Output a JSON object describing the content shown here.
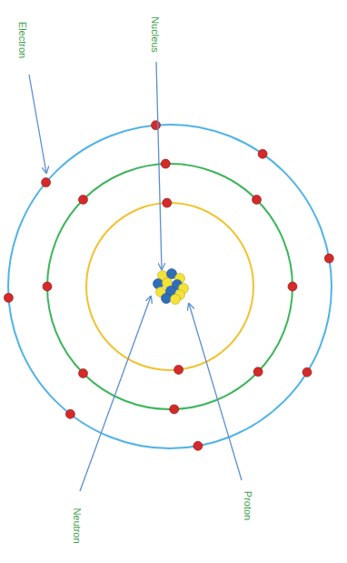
{
  "diagram": {
    "labels": [
      "Electron",
      "Nucleus",
      "Proton",
      "Neutron"
    ]
  }
}
